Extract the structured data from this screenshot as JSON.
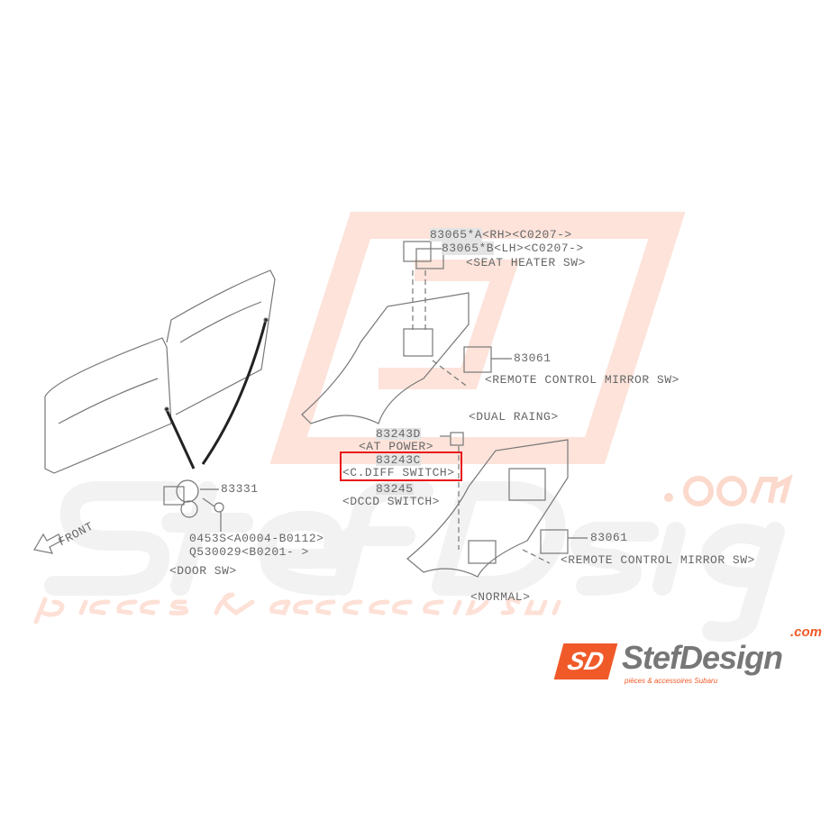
{
  "watermark": {
    "brand": "StefDesign",
    "dotcom": ".com",
    "tagline": "pièces & accessoires Subaru"
  },
  "logo": {
    "mark": "SD",
    "name": "StefDesign",
    "dotcom": ".com",
    "tagline": "pièces & accessoires Subaru",
    "accent": "#f05a28"
  },
  "labels": {
    "seat_heater_a_pn": "83065*A",
    "seat_heater_a_spec": "<RH><C0207->",
    "seat_heater_b_pn": "83065*B",
    "seat_heater_b_spec": "<LH><C0207->",
    "seat_heater": "<SEAT HEATER SW>",
    "mirror_pn_1": "83061",
    "mirror_1": "<REMOTE CONTROL MIRROR SW>",
    "dual_raing": "<DUAL RAING>",
    "at_power_pn": "83243D",
    "at_power": "<AT POWER>",
    "cdiff_pn": "83243C",
    "cdiff": "<C.DIFF SWITCH>",
    "dccd_pn": "83245",
    "dccd": "<DCCD SWITCH>",
    "door_pn": "83331",
    "screw_1": "0453S<A0004-B0112>",
    "screw_2": "Q530029<B0201-  >",
    "door_sw": "<DOOR SW>",
    "front": "FRONT",
    "mirror_pn_2": "83061",
    "mirror_2": "<REMOTE CONTROL MIRROR SW>",
    "normal": "<NORMAL>"
  },
  "highlight_color": "#e8141b"
}
